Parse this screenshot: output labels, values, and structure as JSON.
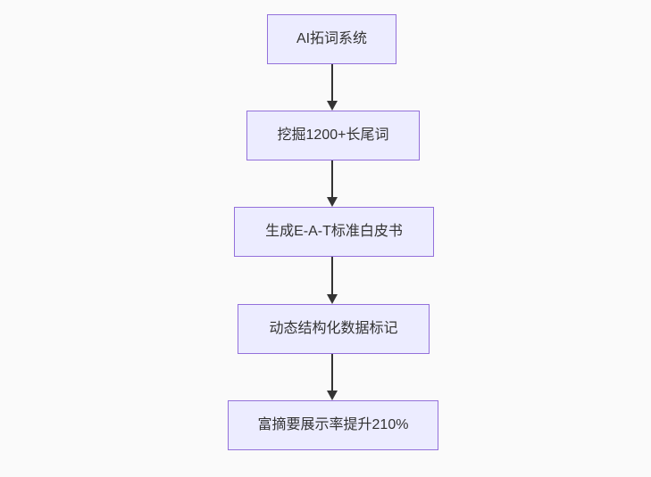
{
  "diagram": {
    "type": "flowchart",
    "direction": "top-down",
    "colors": {
      "background": "#fafafa",
      "node_fill": "#ECECFF",
      "node_border": "#9370DB",
      "node_text": "#333333",
      "arrow": "#333333"
    },
    "nodes": [
      {
        "id": "n1",
        "label": "AI拓词系统"
      },
      {
        "id": "n2",
        "label": "挖掘1200+长尾词"
      },
      {
        "id": "n3",
        "label": "生成E-A-T标准白皮书"
      },
      {
        "id": "n4",
        "label": "动态结构化数据标记"
      },
      {
        "id": "n5",
        "label": "富摘要展示率提升210%"
      }
    ],
    "edges": [
      {
        "from": "n1",
        "to": "n2"
      },
      {
        "from": "n2",
        "to": "n3"
      },
      {
        "from": "n3",
        "to": "n4"
      },
      {
        "from": "n4",
        "to": "n5"
      }
    ]
  }
}
